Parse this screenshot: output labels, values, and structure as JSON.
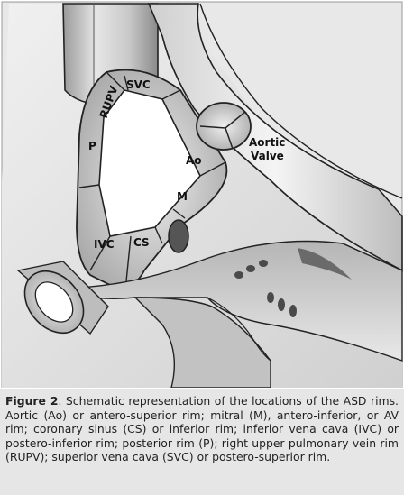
{
  "labels": {
    "rupv": "RUPV",
    "svc": "SVC",
    "p": "P",
    "ao": "Ao",
    "m": "M",
    "ivc": "IVC",
    "cs": "CS",
    "aortic_valve_line1": "Aortic",
    "aortic_valve_line2": "Valve"
  },
  "caption": {
    "figure_label": "Figure 2",
    "text": ". Schematic representation of the locations of the ASD rims. Aortic (Ao) or antero-superior rim; mitral (M), antero-inferior, or AV rim; coronary sinus (CS) or inferior rim; inferior vena cava (IVC) or postero-inferior rim; posterior rim (P); right upper pulmonary vein rim (RUPV); superior vena cava (SVC) or postero-superior rim."
  },
  "colors": {
    "background": "#e6e6e6",
    "tissue_light": "#d9d9d9",
    "tissue_dark": "#8c8c8c",
    "outline": "#222222"
  }
}
